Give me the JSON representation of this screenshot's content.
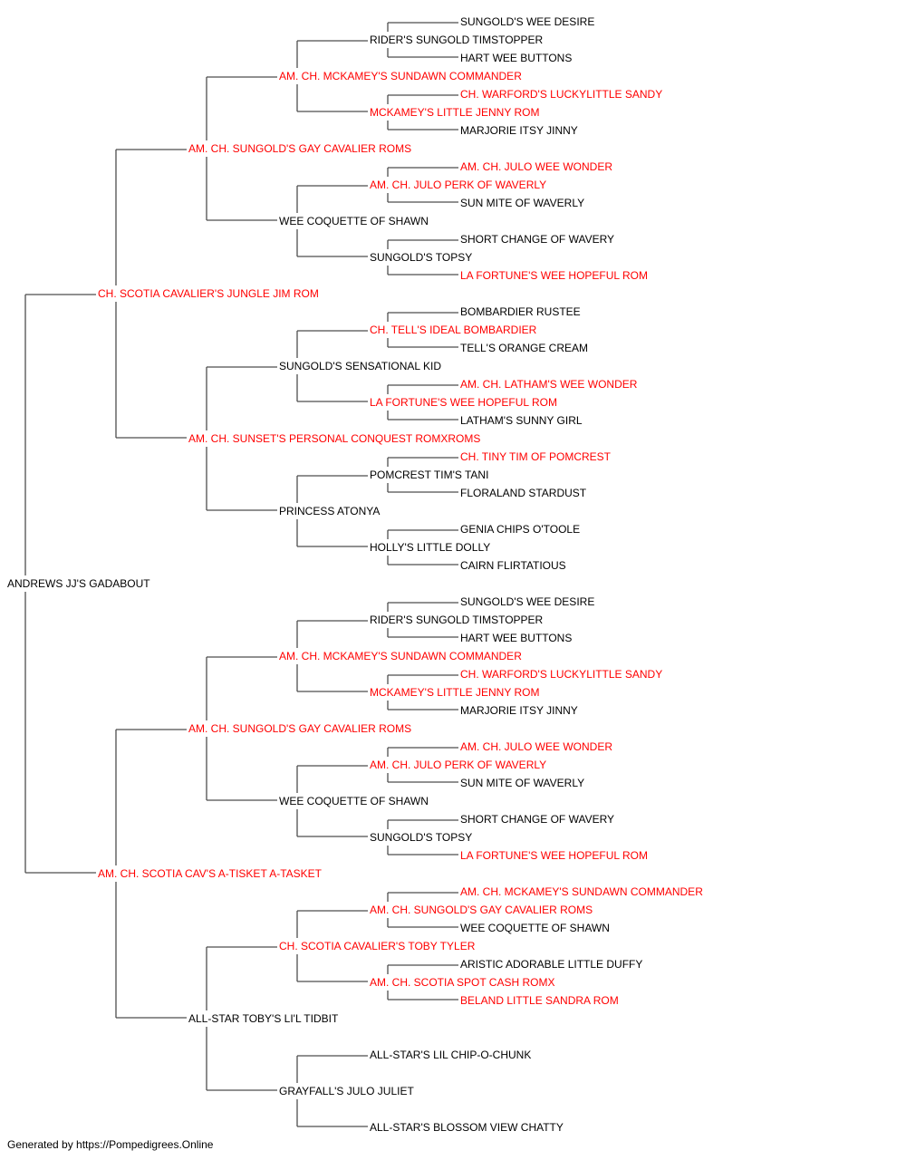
{
  "colors": {
    "champion": "#ff0000",
    "normal": "#000000",
    "line": "#4d4d4d"
  },
  "footer": "Generated by https://Pompedigrees.Online",
  "pedigree": {
    "name": "ANDREWS JJ'S GADABOUT",
    "champion": false,
    "sire": {
      "name": "CH. SCOTIA CAVALIER'S JUNGLE JIM ROM",
      "champion": true,
      "sire": {
        "name": "AM. CH. SUNGOLD'S GAY CAVALIER ROMS",
        "champion": true,
        "sire": {
          "name": "AM. CH. MCKAMEY'S SUNDAWN COMMANDER",
          "champion": true,
          "sire": {
            "name": "RIDER'S SUNGOLD TIMSTOPPER",
            "champion": false,
            "sire": {
              "name": "SUNGOLD'S WEE DESIRE",
              "champion": false
            },
            "dam": {
              "name": "HART WEE BUTTONS",
              "champion": false
            }
          },
          "dam": {
            "name": "MCKAMEY'S LITTLE JENNY ROM",
            "champion": true,
            "sire": {
              "name": "CH. WARFORD'S LUCKYLITTLE SANDY",
              "champion": true
            },
            "dam": {
              "name": "MARJORIE ITSY JINNY",
              "champion": false
            }
          }
        },
        "dam": {
          "name": "WEE COQUETTE OF SHAWN",
          "champion": false,
          "sire": {
            "name": "AM. CH. JULO PERK OF WAVERLY",
            "champion": true,
            "sire": {
              "name": "AM. CH. JULO WEE WONDER",
              "champion": true
            },
            "dam": {
              "name": "SUN MITE OF WAVERLY",
              "champion": false
            }
          },
          "dam": {
            "name": "SUNGOLD'S TOPSY",
            "champion": false,
            "sire": {
              "name": "SHORT CHANGE OF WAVERY",
              "champion": false
            },
            "dam": {
              "name": "LA FORTUNE'S WEE HOPEFUL ROM",
              "champion": true
            }
          }
        }
      },
      "dam": {
        "name": "AM. CH. SUNSET'S PERSONAL CONQUEST ROMXROMS",
        "champion": true,
        "sire": {
          "name": "SUNGOLD'S SENSATIONAL KID",
          "champion": false,
          "sire": {
            "name": "CH. TELL'S IDEAL BOMBARDIER",
            "champion": true,
            "sire": {
              "name": "BOMBARDIER RUSTEE",
              "champion": false
            },
            "dam": {
              "name": "TELL'S ORANGE CREAM",
              "champion": false
            }
          },
          "dam": {
            "name": "LA FORTUNE'S WEE HOPEFUL ROM",
            "champion": true,
            "sire": {
              "name": "AM. CH. LATHAM'S WEE WONDER",
              "champion": true
            },
            "dam": {
              "name": "LATHAM'S SUNNY GIRL",
              "champion": false
            }
          }
        },
        "dam": {
          "name": "PRINCESS ATONYA",
          "champion": false,
          "sire": {
            "name": "POMCREST TIM'S TANI",
            "champion": false,
            "sire": {
              "name": "CH. TINY TIM OF POMCREST",
              "champion": true
            },
            "dam": {
              "name": "FLORALAND STARDUST",
              "champion": false
            }
          },
          "dam": {
            "name": "HOLLY'S LITTLE DOLLY",
            "champion": false,
            "sire": {
              "name": "GENIA CHIPS O'TOOLE",
              "champion": false
            },
            "dam": {
              "name": "CAIRN FLIRTATIOUS",
              "champion": false
            }
          }
        }
      }
    },
    "dam": {
      "name": "AM. CH. SCOTIA CAV'S A-TISKET A-TASKET",
      "champion": true,
      "sire": {
        "name": "AM. CH. SUNGOLD'S GAY CAVALIER ROMS",
        "champion": true,
        "sire": {
          "name": "AM. CH. MCKAMEY'S SUNDAWN COMMANDER",
          "champion": true,
          "sire": {
            "name": "RIDER'S SUNGOLD TIMSTOPPER",
            "champion": false,
            "sire": {
              "name": "SUNGOLD'S WEE DESIRE",
              "champion": false
            },
            "dam": {
              "name": "HART WEE BUTTONS",
              "champion": false
            }
          },
          "dam": {
            "name": "MCKAMEY'S LITTLE JENNY ROM",
            "champion": true,
            "sire": {
              "name": "CH. WARFORD'S LUCKYLITTLE SANDY",
              "champion": true
            },
            "dam": {
              "name": "MARJORIE ITSY JINNY",
              "champion": false
            }
          }
        },
        "dam": {
          "name": "WEE COQUETTE OF SHAWN",
          "champion": false,
          "sire": {
            "name": "AM. CH. JULO PERK OF WAVERLY",
            "champion": true,
            "sire": {
              "name": "AM. CH. JULO WEE WONDER",
              "champion": true
            },
            "dam": {
              "name": "SUN MITE OF WAVERLY",
              "champion": false
            }
          },
          "dam": {
            "name": "SUNGOLD'S TOPSY",
            "champion": false,
            "sire": {
              "name": "SHORT CHANGE OF WAVERY",
              "champion": false
            },
            "dam": {
              "name": "LA FORTUNE'S WEE HOPEFUL ROM",
              "champion": true
            }
          }
        }
      },
      "dam": {
        "name": "ALL-STAR TOBY'S LI'L TIDBIT",
        "champion": false,
        "sire": {
          "name": "CH. SCOTIA CAVALIER'S TOBY TYLER",
          "champion": true,
          "sire": {
            "name": "AM. CH. SUNGOLD'S GAY CAVALIER ROMS",
            "champion": true,
            "sire": {
              "name": "AM. CH. MCKAMEY'S SUNDAWN COMMANDER",
              "champion": true
            },
            "dam": {
              "name": "WEE COQUETTE OF SHAWN",
              "champion": false
            }
          },
          "dam": {
            "name": "AM. CH. SCOTIA SPOT CASH ROMX",
            "champion": true,
            "sire": {
              "name": "ARISTIC ADORABLE LITTLE DUFFY",
              "champion": false
            },
            "dam": {
              "name": "BELAND LITTLE SANDRA ROM",
              "champion": true
            }
          }
        },
        "dam": {
          "name": "GRAYFALL'S JULO JULIET",
          "champion": false,
          "sire": {
            "name": "ALL-STAR'S LIL CHIP-O-CHUNK",
            "champion": false
          },
          "dam": {
            "name": "ALL-STAR'S BLOSSOM VIEW CHATTY",
            "champion": false
          }
        }
      }
    }
  }
}
